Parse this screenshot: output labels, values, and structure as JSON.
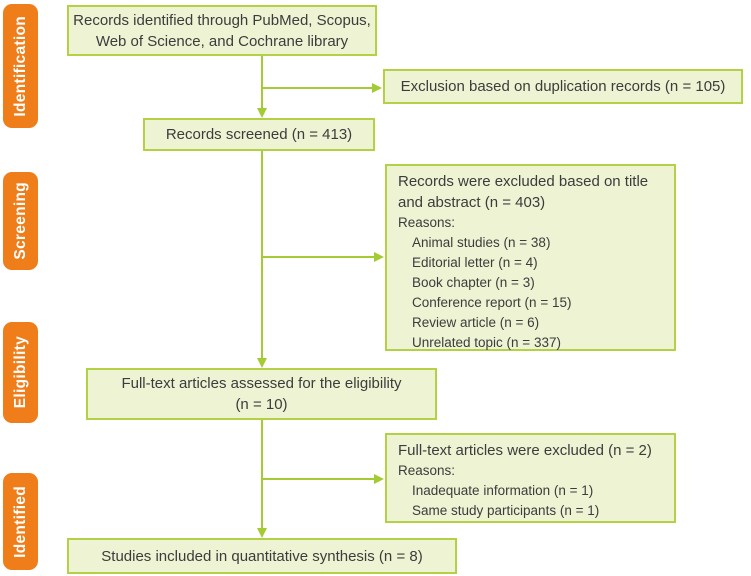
{
  "palette": {
    "accent_orange": "#ef7d1a",
    "box_fill": "#eef3d3",
    "box_border": "#b3d145",
    "arrow_green": "#a4cb33",
    "text": "#3c3c3c",
    "tab_text": "#ffffff"
  },
  "sidebar": {
    "stages": [
      "Identification",
      "Screening",
      "Eligibility",
      "Identified"
    ]
  },
  "boxes": {
    "records_identified": {
      "line1": "Records identified through PubMed, Scopus,",
      "line2": "Web of Science, and Cochrane library"
    },
    "duplicate_exclusion": {
      "text": "Exclusion based on duplication records (n = 105)"
    },
    "records_screened": {
      "text": "Records screened (n = 413)"
    },
    "title_abstract_excluded": {
      "header1": "Records were excluded based on title",
      "header2": "and abstract (n = 403)",
      "reasons_label": "Reasons:",
      "reasons": [
        "Animal studies (n = 38)",
        "Editorial letter (n = 4)",
        "Book chapter (n = 3)",
        "Conference report (n = 15)",
        "Review article (n = 6)",
        "Unrelated topic (n = 337)"
      ]
    },
    "fulltext_assessed": {
      "line1": "Full-text articles assessed for the eligibility",
      "line2": "(n = 10)"
    },
    "fulltext_excluded": {
      "header1": "Full-text articles were excluded (n = 2)",
      "reasons_label": "Reasons:",
      "reasons": [
        "Inadequate information (n = 1)",
        "Same study participants (n = 1)"
      ]
    },
    "included": {
      "text": "Studies included in quantitative synthesis (n = 8)"
    }
  }
}
